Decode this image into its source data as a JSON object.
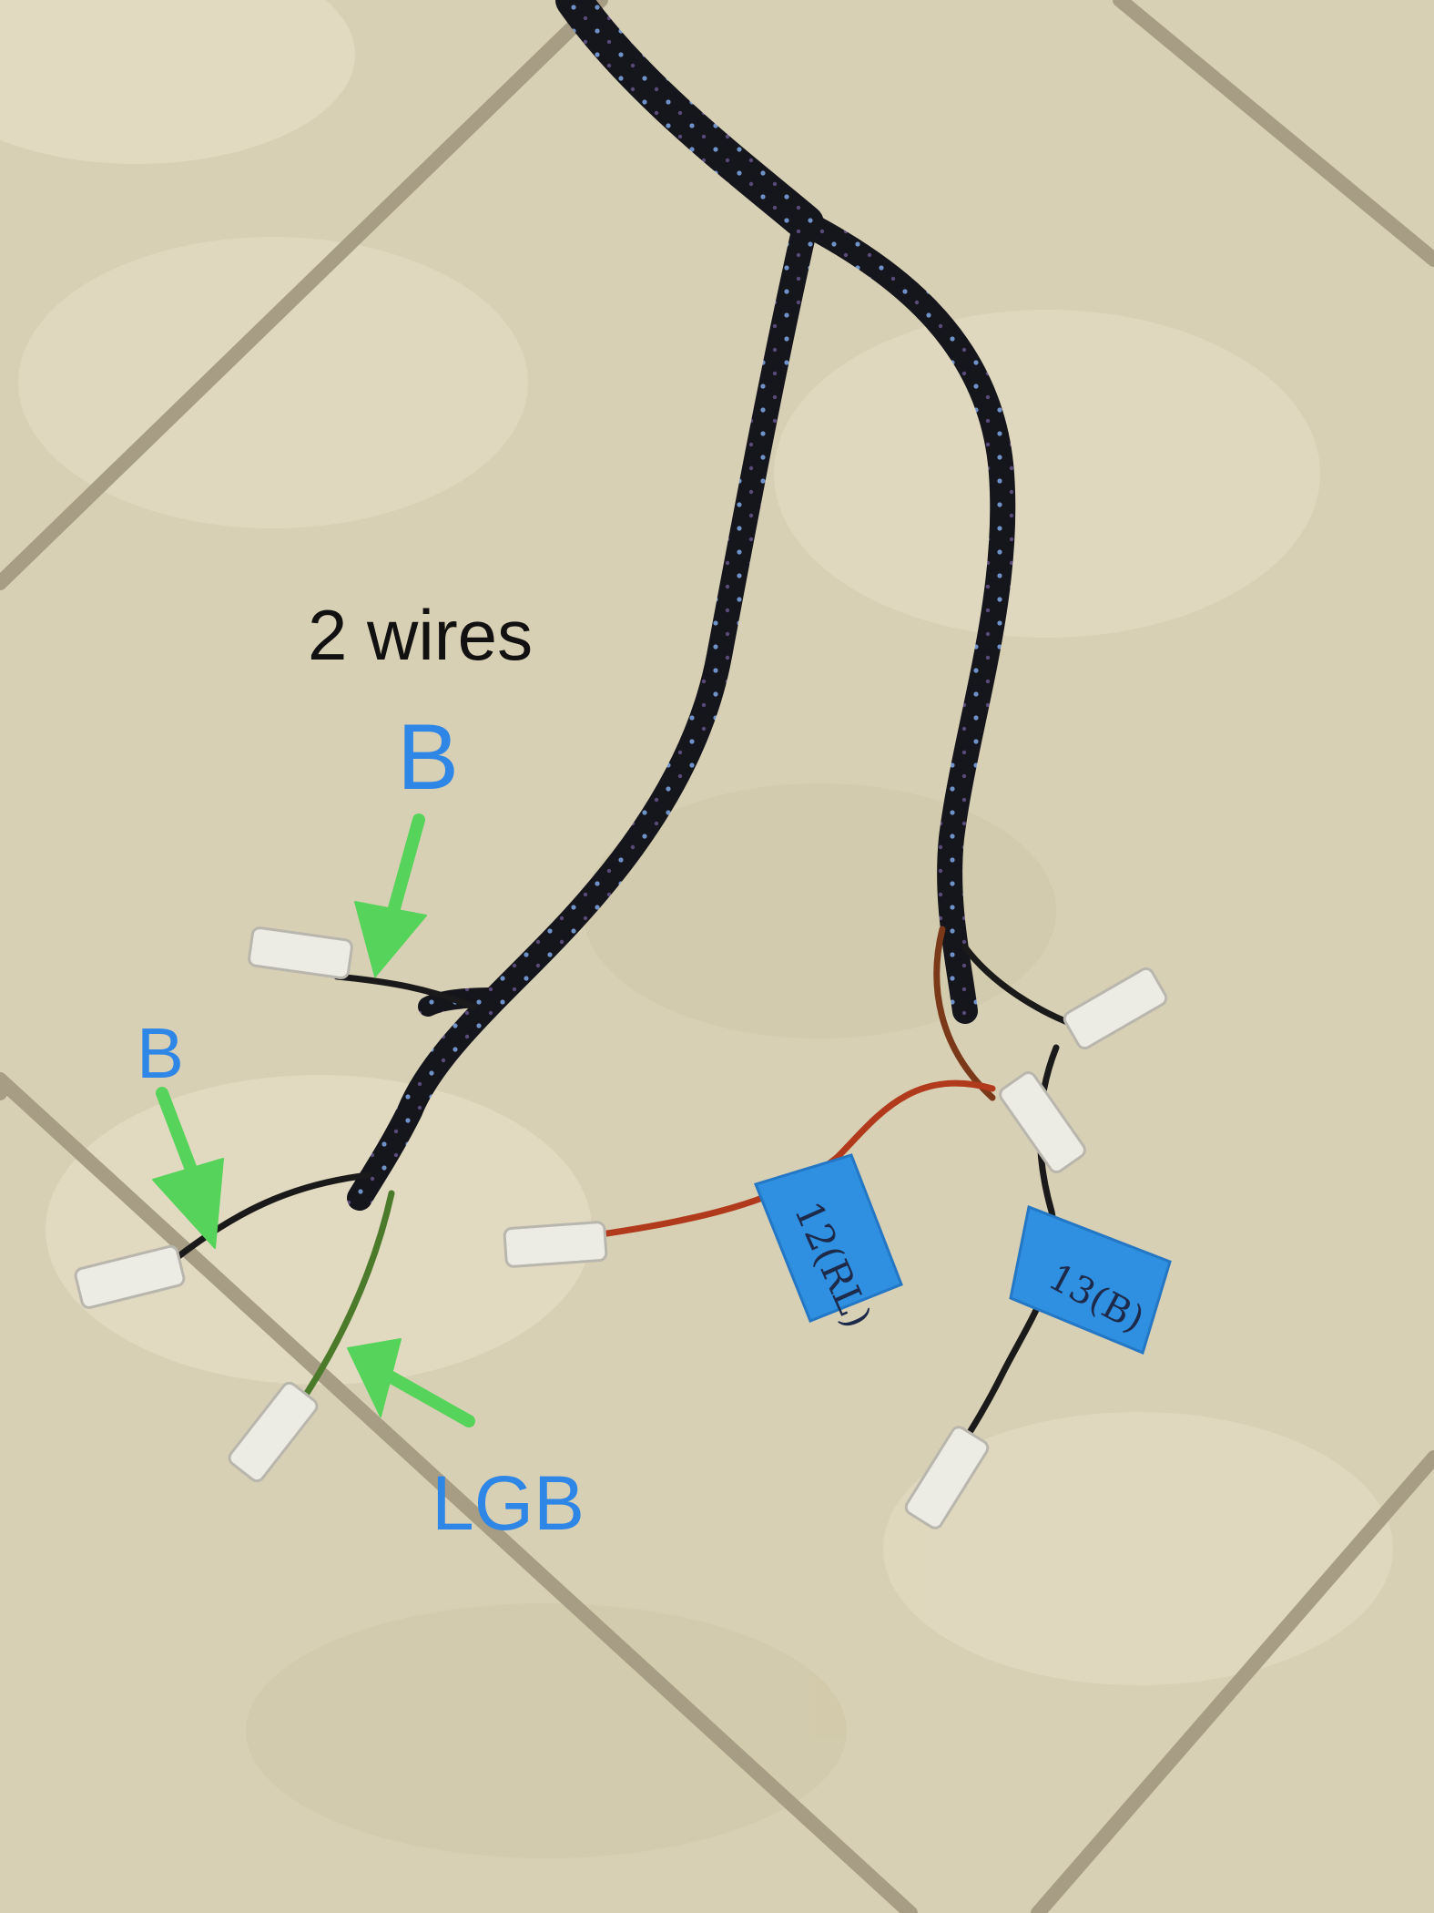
{
  "photo": {
    "colors": {
      "tile": "#d8d0b4",
      "tile_light": "#e6dfc6",
      "grout": "#a79d84",
      "sleeve": "#15151c",
      "sleeve_dots": "#6f93c9",
      "wire_black": "#1a1a1a",
      "wire_red": "#b23a1c",
      "wire_green": "#4a7a2a",
      "connector": "#ecebe4",
      "tape": "#2f8fe0",
      "arrow": "#56d35a",
      "label_blue": "#2e86e6",
      "label_black": "#111111"
    },
    "annotations": {
      "wire_count_label": "2 wires",
      "top_arrow_label": "B",
      "left_arrow_label": "B",
      "bottom_arrow_label": "LGB"
    },
    "tape_tags": {
      "tag_12": "12(RL)",
      "tag_13": "13(B)"
    }
  }
}
